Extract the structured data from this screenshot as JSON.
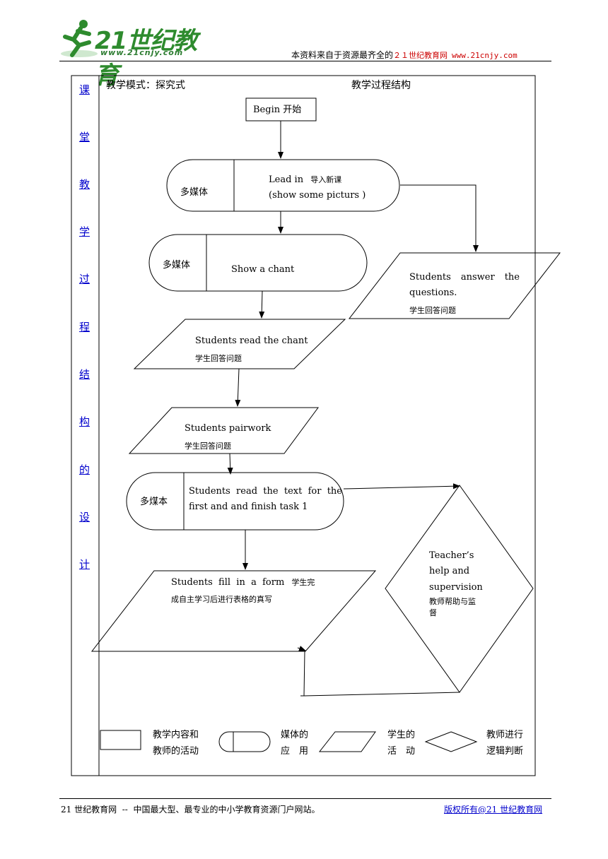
{
  "header": {
    "logo_main": "21世纪教育",
    "logo_url": "www.21cnjy.com",
    "note_prefix": "本资料来自于资源最齐全的",
    "note_site": "２１世纪教育网",
    "note_url": "www.21cnjy.com"
  },
  "side_title": [
    "课",
    "堂",
    "教",
    "学",
    "过",
    "程",
    "结",
    "构",
    "的",
    "设",
    "计"
  ],
  "table": {
    "mode": "教学模式：探究式",
    "structure": "教学过程结构"
  },
  "flow": {
    "begin": "Begin 开始",
    "lead_media": "多媒体",
    "lead_line1": "Lead in",
    "lead_line1_cn": "导入新课",
    "lead_line2": "(show some picturs )",
    "chant_media": "多媒体",
    "chant_text": "Show a chant",
    "answer_en": "Students    answer    the questions.",
    "answer_w1": "Students",
    "answer_w2": "answer",
    "answer_w3": "the",
    "answer_w4": "questions.",
    "answer_cn": "学生回答问题",
    "read_chant_en": "Students read the chant",
    "read_chant_cn": "学生回答问题",
    "pairwork_en": "Students pairwork",
    "pairwork_cn": "学生回答问题",
    "text_media": "多煤本",
    "text_line1": "Students  read  the  text  for  the",
    "text_line2": "first and and finish task 1",
    "form_en": "Students  fill  in  a  form",
    "form_cn1": "学生完",
    "form_cn2": "成自主学习后进行表格的真写",
    "teacher_l1": "Teacher’s",
    "teacher_l2": "help and",
    "teacher_l3": "supervision",
    "teacher_cn1": "教师帮助与监",
    "teacher_cn2": "督"
  },
  "legend": {
    "rect_l1": "教学内容和",
    "rect_l2": "教师的活动",
    "media_l1": "媒体的",
    "media_l2": "应　用",
    "para_l1": "学生的",
    "para_l2": "活　动",
    "diamond_l1": "教师进行",
    "diamond_l2": "逻辑判断"
  },
  "footer": {
    "left": "21 世纪教育网  --  中国最大型、最专业的中小学教育资源门户网站。",
    "right": "版权所有@21 世纪教育网"
  }
}
